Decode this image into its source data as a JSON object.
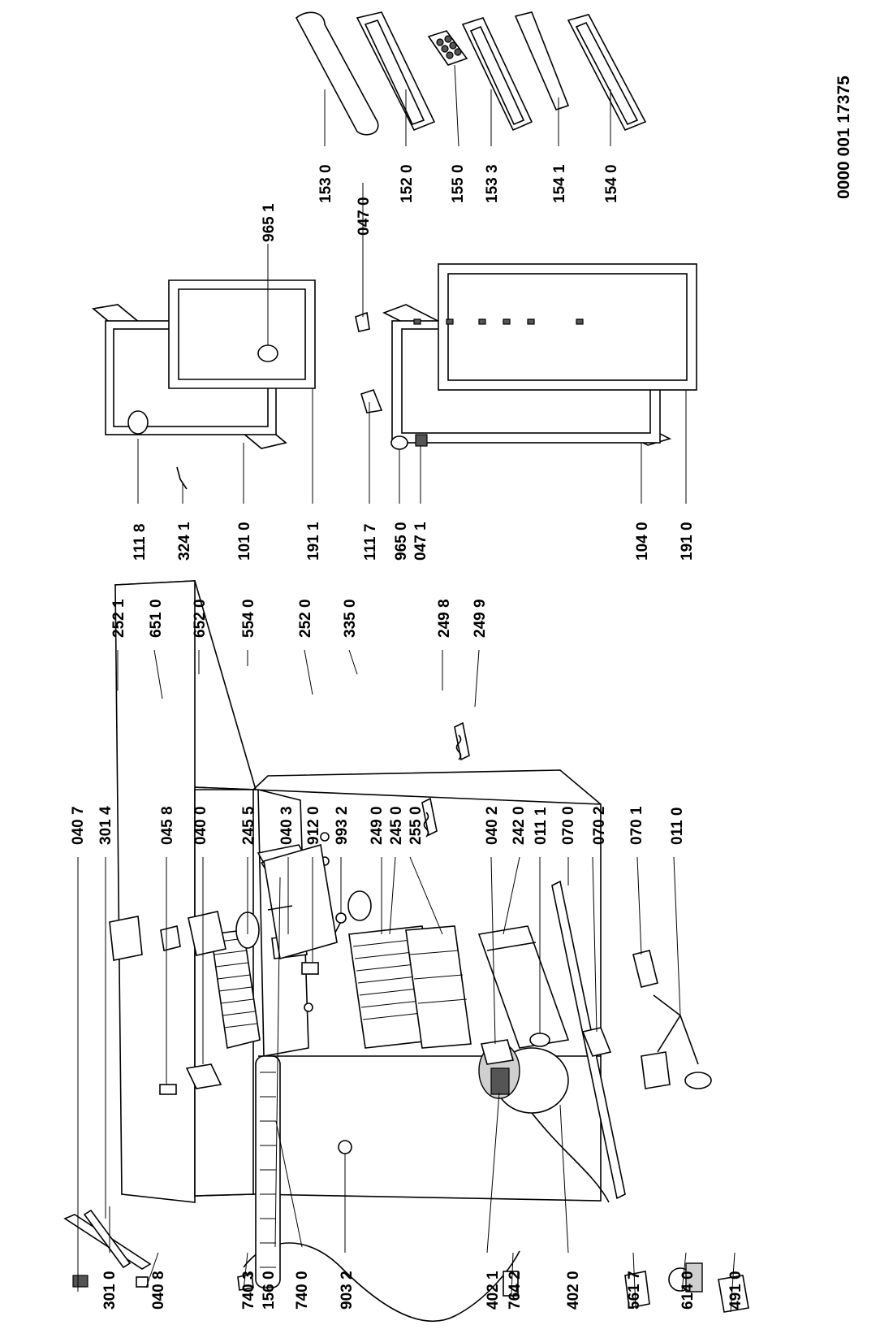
{
  "document_code": "0000 001 17375",
  "labels": [
    {
      "id": "l3010",
      "text": "301 0"
    },
    {
      "id": "l0408",
      "text": "040 8"
    },
    {
      "id": "l7403",
      "text": "740 3"
    },
    {
      "id": "l1560",
      "text": "156 0"
    },
    {
      "id": "l7400",
      "text": "740 0"
    },
    {
      "id": "l9032a",
      "text": "903 2"
    },
    {
      "id": "l4021",
      "text": "402 1"
    },
    {
      "id": "l7642",
      "text": "764 2"
    },
    {
      "id": "l4020",
      "text": "402 0"
    },
    {
      "id": "l5617",
      "text": "561 7"
    },
    {
      "id": "l6140",
      "text": "614 0"
    },
    {
      "id": "l4910",
      "text": "491 0"
    },
    {
      "id": "l0407",
      "text": "040 7"
    },
    {
      "id": "l3014",
      "text": "301 4"
    },
    {
      "id": "l0458",
      "text": "045 8"
    },
    {
      "id": "l0400",
      "text": "040 0"
    },
    {
      "id": "l2455",
      "text": "245 5"
    },
    {
      "id": "l0403",
      "text": "040 3"
    },
    {
      "id": "l9120",
      "text": "912 0"
    },
    {
      "id": "l9932",
      "text": "993 2"
    },
    {
      "id": "l2490",
      "text": "249 0"
    },
    {
      "id": "l2450",
      "text": "245 0"
    },
    {
      "id": "l2550",
      "text": "255 0"
    },
    {
      "id": "l0402",
      "text": "040 2"
    },
    {
      "id": "l2420",
      "text": "242 0"
    },
    {
      "id": "l0111",
      "text": "011 1"
    },
    {
      "id": "l0700",
      "text": "070 0"
    },
    {
      "id": "l0702",
      "text": "070 2"
    },
    {
      "id": "l0701",
      "text": "070 1"
    },
    {
      "id": "l0110",
      "text": "011 0"
    },
    {
      "id": "l2521",
      "text": "252 1"
    },
    {
      "id": "l6510",
      "text": "651 0"
    },
    {
      "id": "l6520",
      "text": "652 0"
    },
    {
      "id": "l5540",
      "text": "554 0"
    },
    {
      "id": "l2520",
      "text": "252 0"
    },
    {
      "id": "l3350",
      "text": "335 0"
    },
    {
      "id": "l2498",
      "text": "249 8"
    },
    {
      "id": "l2499",
      "text": "249 9"
    },
    {
      "id": "l1118",
      "text": "111 8"
    },
    {
      "id": "l3241",
      "text": "324 1"
    },
    {
      "id": "l1010",
      "text": "101 0"
    },
    {
      "id": "l1911",
      "text": "191 1"
    },
    {
      "id": "l1117",
      "text": "111 7"
    },
    {
      "id": "l9650",
      "text": "965 0"
    },
    {
      "id": "l0471",
      "text": "047 1"
    },
    {
      "id": "l1040",
      "text": "104 0"
    },
    {
      "id": "l1910",
      "text": "191 0"
    },
    {
      "id": "l9651",
      "text": "965 1"
    },
    {
      "id": "l1530",
      "text": "153 0"
    },
    {
      "id": "l0470",
      "text": "047 0"
    },
    {
      "id": "l1520",
      "text": "152 0"
    },
    {
      "id": "l1550",
      "text": "155 0"
    },
    {
      "id": "l1533",
      "text": "153 3"
    },
    {
      "id": "l1541",
      "text": "154 1"
    },
    {
      "id": "l1540",
      "text": "154 0"
    }
  ]
}
